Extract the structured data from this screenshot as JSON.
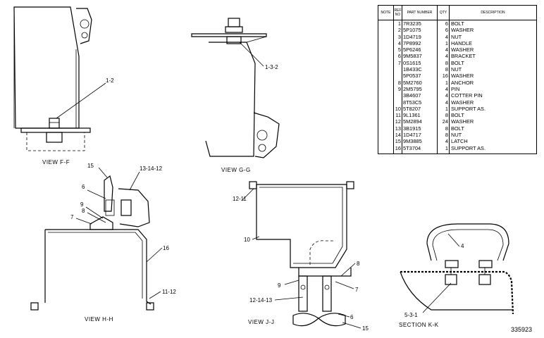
{
  "table": {
    "headers": {
      "note": "NOTE",
      "ref": "REF NO",
      "part": "PART NUMBER",
      "qty": "QTY",
      "desc": "DESCRIPTION"
    },
    "rows": [
      {
        "ref": "1",
        "part": "7R3235",
        "qty": "6",
        "desc": "BOLT"
      },
      {
        "ref": "2",
        "part": "5P1075",
        "qty": "6",
        "desc": "WASHER"
      },
      {
        "ref": "3",
        "part": "1D4719",
        "qty": "4",
        "desc": "NUT"
      },
      {
        "ref": "4",
        "part": "7P8992",
        "qty": "1",
        "desc": "HANDLE"
      },
      {
        "ref": "5",
        "part": "5P6246",
        "qty": "4",
        "desc": "WASHER"
      },
      {
        "ref": "6",
        "part": "9M5837",
        "qty": "4",
        "desc": "BRACKET"
      },
      {
        "ref": "7",
        "part": "0S1615",
        "qty": "8",
        "desc": "BOLT"
      },
      {
        "ref": "",
        "part": "1B433C",
        "qty": "8",
        "desc": "NUT"
      },
      {
        "ref": "",
        "part": "5P0537",
        "qty": "16",
        "desc": "WASHER"
      },
      {
        "ref": "8",
        "part": "5M2760",
        "qty": "1",
        "desc": "ANCHOR"
      },
      {
        "ref": "9",
        "part": "2M5795",
        "qty": "4",
        "desc": "PIN"
      },
      {
        "ref": "",
        "part": "3B4607",
        "qty": "4",
        "desc": "COTTER PIN"
      },
      {
        "ref": "",
        "part": "8T53C5",
        "qty": "4",
        "desc": "WASHER"
      },
      {
        "ref": "10",
        "part": "5T8207",
        "qty": "1",
        "desc": "SUPPORT AS."
      },
      {
        "ref": "11",
        "part": "9L1361",
        "qty": "8",
        "desc": "BOLT"
      },
      {
        "ref": "12",
        "part": "5M2894",
        "qty": "24",
        "desc": "WASHER"
      },
      {
        "ref": "13",
        "part": "3B1915",
        "qty": "8",
        "desc": "BOLT"
      },
      {
        "ref": "14",
        "part": "1D4717",
        "qty": "8",
        "desc": "NUT"
      },
      {
        "ref": "15",
        "part": "9M3885",
        "qty": "4",
        "desc": "LATCH"
      },
      {
        "ref": "16",
        "part": "5T3704",
        "qty": "1",
        "desc": "SUPPORT AS."
      }
    ]
  },
  "views": {
    "ff": "VIEW F-F",
    "gg": "VIEW G-G",
    "hh": "VIEW H-H",
    "jj": "VIEW J-J",
    "kk": "SECTION K-K"
  },
  "callouts": {
    "ff_1": "1-2",
    "gg_1": "1-3-2",
    "hh_15": "15",
    "hh_13": "13-14-12",
    "hh_6": "6",
    "hh_9": "9",
    "hh_8": "8",
    "hh_7": "7",
    "hh_16": "16",
    "hh_11": "11-12",
    "jj_12": "12-11",
    "jj_10": "10",
    "jj_8": "8",
    "jj_9": "9",
    "jj_7": "7",
    "jj_12b": "12-14-13",
    "jj_6": "6",
    "jj_15": "15",
    "kk_4": "4",
    "kk_5": "5-3-1"
  },
  "drawing_number": "335923"
}
